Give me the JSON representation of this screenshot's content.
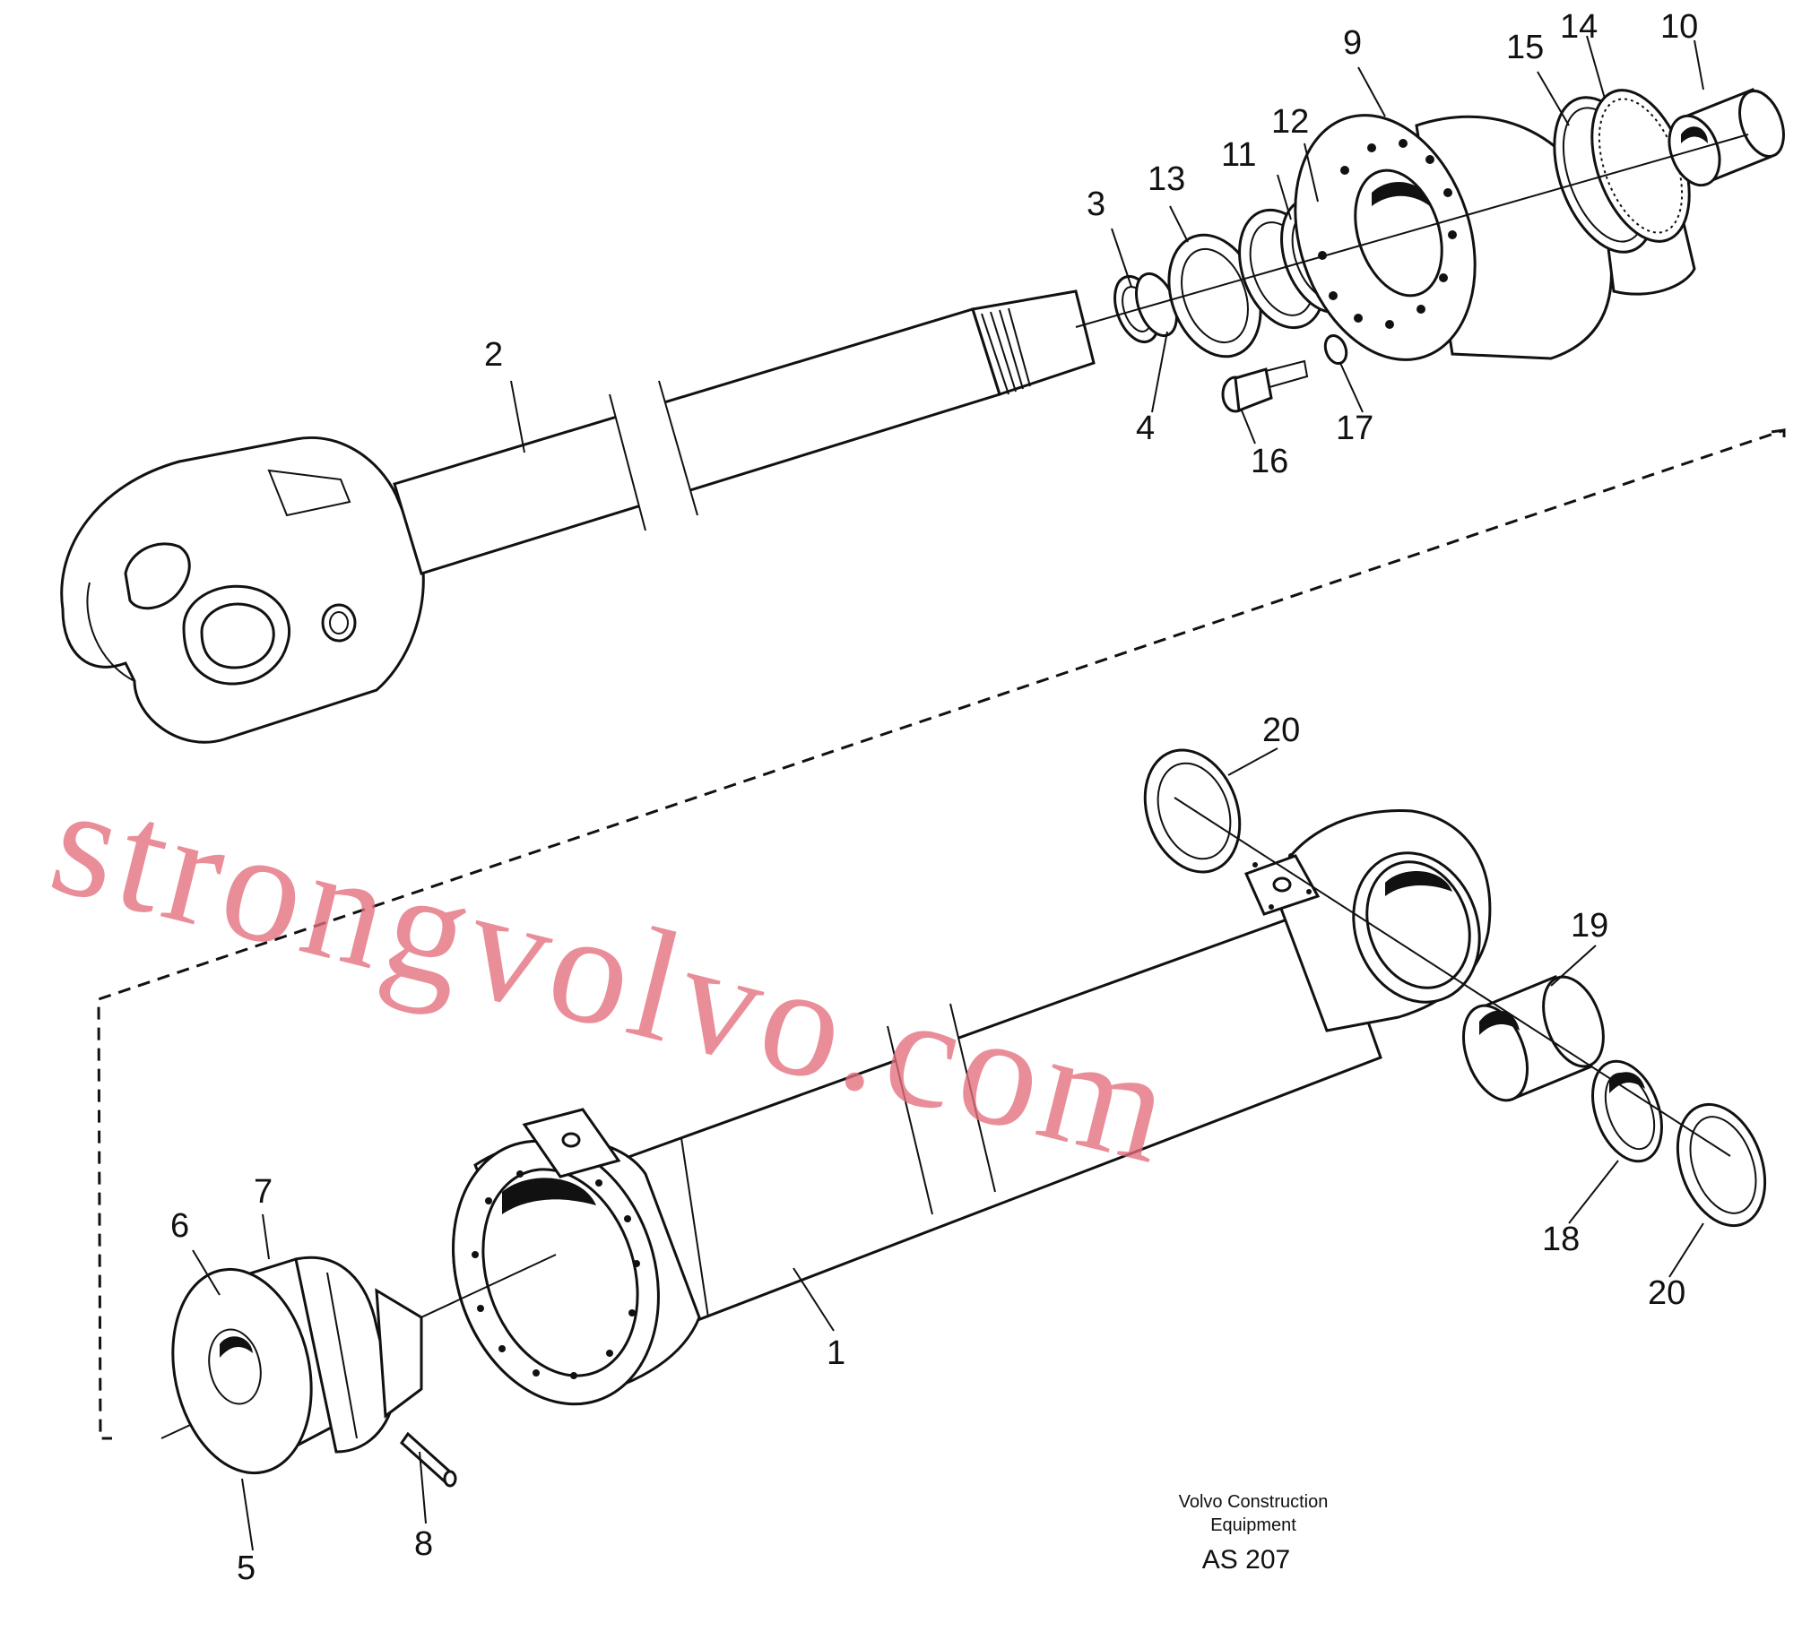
{
  "drawing": {
    "title_lines": [
      "Volvo Construction",
      "Equipment"
    ],
    "code": "AS 207",
    "watermark": "strongvolvo.com"
  },
  "callouts": [
    {
      "id": "1",
      "text": "1"
    },
    {
      "id": "2",
      "text": "2"
    },
    {
      "id": "3",
      "text": "3"
    },
    {
      "id": "4",
      "text": "4"
    },
    {
      "id": "5",
      "text": "5"
    },
    {
      "id": "6",
      "text": "6"
    },
    {
      "id": "7",
      "text": "7"
    },
    {
      "id": "8",
      "text": "8"
    },
    {
      "id": "9",
      "text": "9"
    },
    {
      "id": "10",
      "text": "10"
    },
    {
      "id": "11",
      "text": "11"
    },
    {
      "id": "12",
      "text": "12"
    },
    {
      "id": "13",
      "text": "13"
    },
    {
      "id": "14",
      "text": "14"
    },
    {
      "id": "15",
      "text": "15"
    },
    {
      "id": "16",
      "text": "16"
    },
    {
      "id": "17",
      "text": "17"
    },
    {
      "id": "18",
      "text": "18"
    },
    {
      "id": "19",
      "text": "19"
    },
    {
      "id": "20a",
      "text": "20"
    },
    {
      "id": "20b",
      "text": "20"
    }
  ]
}
